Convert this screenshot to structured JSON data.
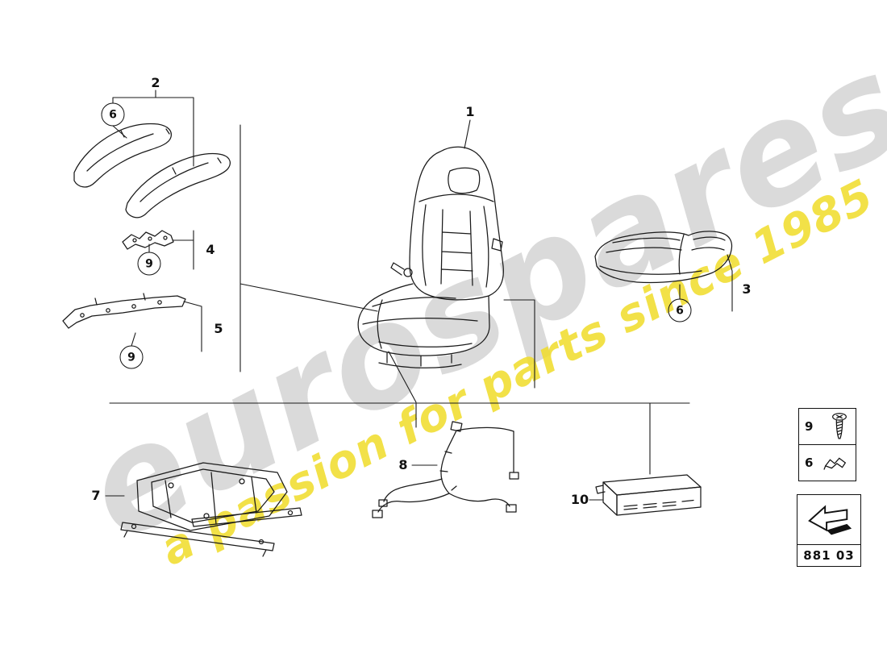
{
  "watermark": {
    "brand": "eurospares",
    "tagline": "a passion for parts since 1985"
  },
  "diagram": {
    "part_code": "881 03",
    "callouts": {
      "c1": "1",
      "c2": "2",
      "c3": "3",
      "c4": "4",
      "c5": "5",
      "c6": "6",
      "c7": "7",
      "c8": "8",
      "c9": "9",
      "c10": "10"
    },
    "legend": {
      "rows": [
        {
          "label": "9",
          "icon": "screw-icon"
        },
        {
          "label": "6",
          "icon": "clip-icon"
        }
      ]
    }
  }
}
